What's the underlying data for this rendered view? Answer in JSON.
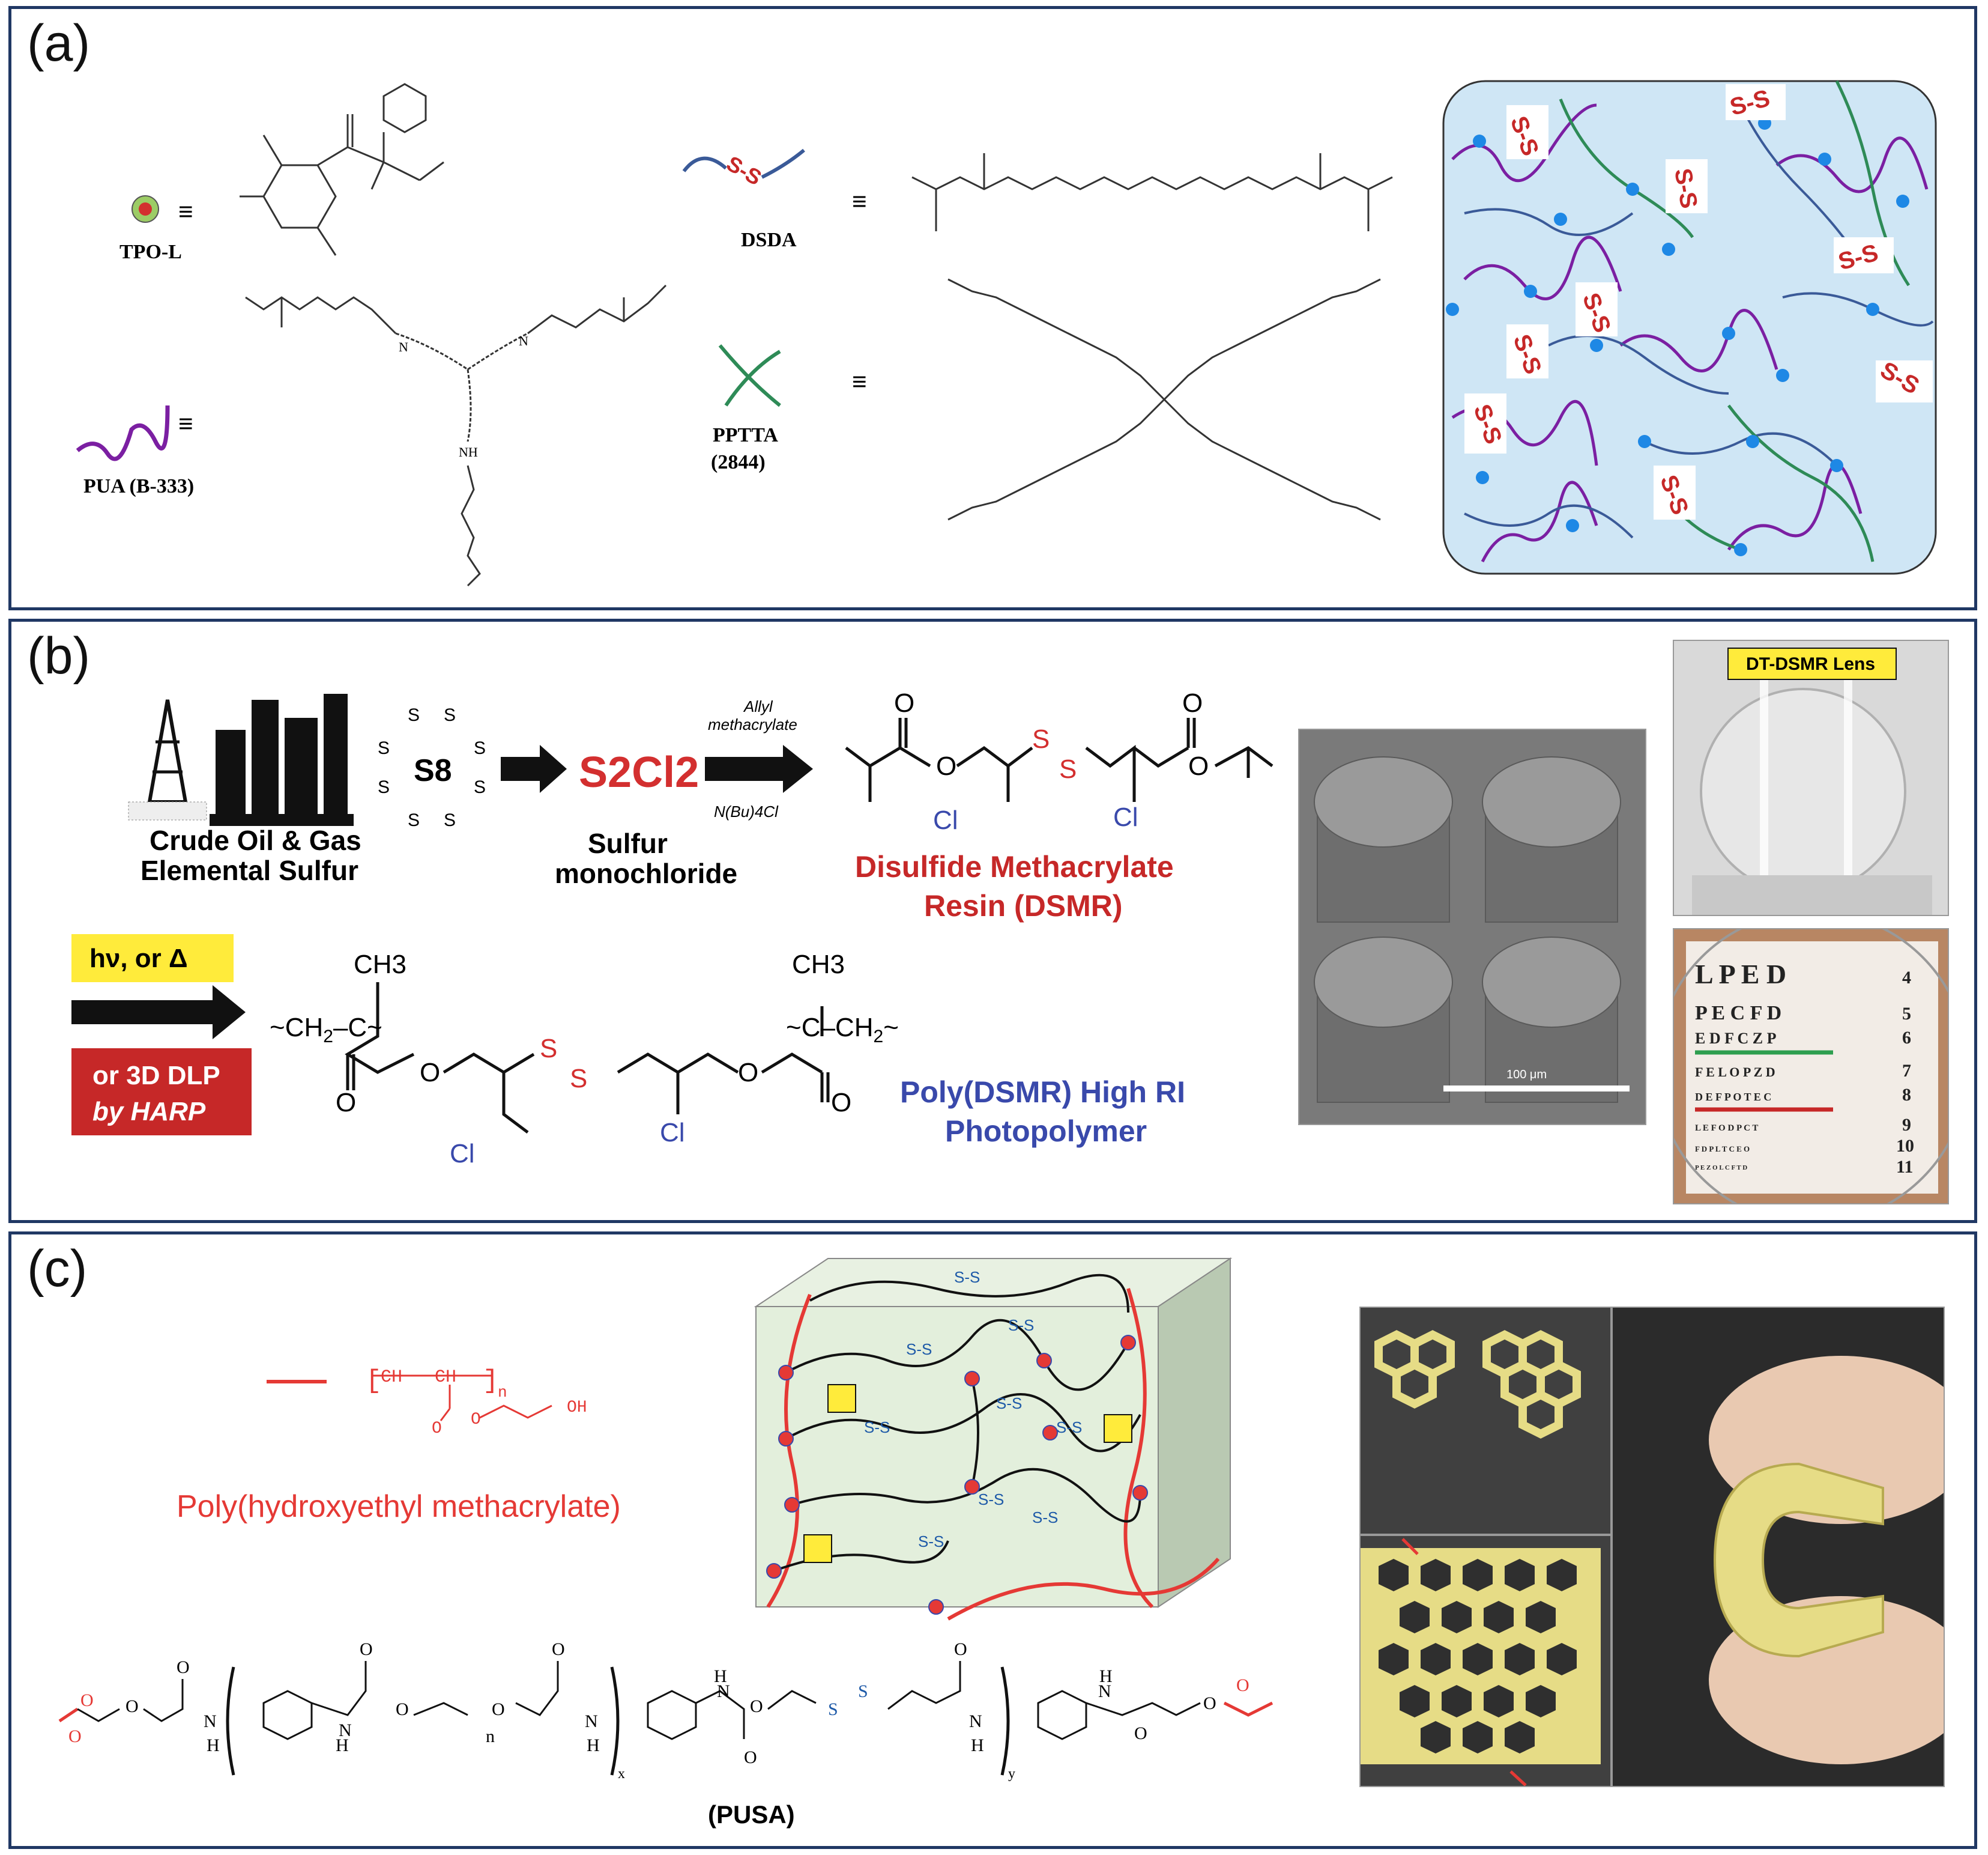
{
  "panel_a": {
    "label": "(a)",
    "tpo_label": "TPO-L",
    "pua_label": "PUA (B-333)",
    "dsda_label": "DSDA",
    "pptta_label": "PPTTA",
    "pptta_sub": "(2844)",
    "equiv": "≡",
    "ss": "S-S",
    "nh1": "N",
    "nh1b": "H",
    "nh2": "H",
    "nh2b": "N",
    "nh3": "NH",
    "colors": {
      "pua": "#7B1FA2",
      "dsda": "#3A5A98",
      "pptta": "#2E8B57",
      "network_bg": "#CFE6F5",
      "initiator": "#1E88E5",
      "ss_text": "#C62828"
    }
  },
  "panel_b": {
    "label": "(b)",
    "source_label1": "Crude Oil & Gas",
    "source_label2": "Elemental Sulfur",
    "s8_center": "S8",
    "s": "S",
    "s2cl2": "S2Cl2",
    "sulfur_label1": "Sulfur",
    "sulfur_label2": "monochloride",
    "reagent_top1": "Allyl",
    "reagent_top2": "methacrylate",
    "reagent_bottom": "N(Bu)4Cl",
    "o": "O",
    "cl": "Cl",
    "dsmr_name1": "Disulfide Methacrylate",
    "dsmr_name2": "Resin (DSMR)",
    "cond_box": "hν, or Δ",
    "cond_box2a": "or 3D DLP",
    "cond_box2b": "by HARP",
    "ch3": "CH3",
    "ch2": "CH2",
    "c": "C",
    "poly_name1": "Poly(DSMR) High RI",
    "poly_name2": "Photopolymer",
    "scale_bar": "100 μm",
    "lens_label": "DT-DSMR Lens",
    "eye_rows": [
      "L P E D",
      "P E C F D",
      "E D F C Z P",
      "F E L O P Z D",
      "D E F P O T E C",
      "L E F O D P C T",
      "F D P L T C E O",
      "P E Z O L C F T D"
    ],
    "eye_nums": [
      "4",
      "5",
      "6",
      "7",
      "8",
      "9",
      "10",
      "11"
    ],
    "colors": {
      "red": "#D32F2F",
      "blue": "#3949AB",
      "yellow_box": "#FFEB3B",
      "red_box": "#C62828"
    }
  },
  "panel_c": {
    "label": "(c)",
    "phema_formula_ch2": "CH",
    "phema_formula_ch": "CH",
    "phema_n": "n",
    "phema_o1": "O",
    "phema_o2": "O",
    "phema_oh": "OH",
    "phema_name": "Poly(hydroxyethyl  methacrylate)",
    "ss": "S-S",
    "pusa_o": "O",
    "pusa_n": "N",
    "pusa_h": "H",
    "pusa_s": "S",
    "pusa_x": "x",
    "pusa_y": "y",
    "pusa_n_sub": "n",
    "pusa_label": "(PUSA)",
    "colors": {
      "red": "#E53935",
      "cube_front": "#E3EFDC",
      "cube_side": "#B9C9B2",
      "yellow": "#FFEB3B",
      "honeycomb": "#E6DC86",
      "ss_blue": "#1E5AA8"
    }
  }
}
